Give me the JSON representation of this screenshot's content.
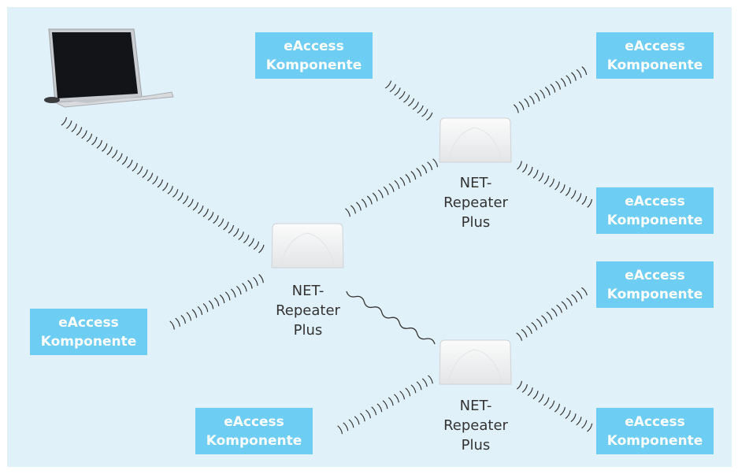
{
  "components": [
    {
      "id": "top-center",
      "line1": "eAccess",
      "line2": "Komponente"
    },
    {
      "id": "top-right",
      "line1": "eAccess",
      "line2": "Komponente"
    },
    {
      "id": "mid-right",
      "line1": "eAccess",
      "line2": "Komponente"
    },
    {
      "id": "lower-right",
      "line1": "eAccess",
      "line2": "Komponente"
    },
    {
      "id": "left",
      "line1": "eAccess",
      "line2": "Komponente"
    },
    {
      "id": "bottom-left",
      "line1": "eAccess",
      "line2": "Komponente"
    },
    {
      "id": "bottom-right",
      "line1": "eAccess",
      "line2": "Komponente"
    }
  ],
  "repeaters": [
    {
      "id": "top",
      "line1": "NET-",
      "line2": "Repeater",
      "line3": "Plus"
    },
    {
      "id": "center",
      "line1": "NET-",
      "line2": "Repeater",
      "line3": "Plus"
    },
    {
      "id": "bottom",
      "line1": "NET-",
      "line2": "Repeater",
      "line3": "Plus"
    }
  ],
  "colors": {
    "background": "#e1f1fa",
    "component_box": "#6dcdf2",
    "text_dark": "#333333",
    "wave": "#333333"
  },
  "icons": {
    "laptop": "laptop-icon",
    "repeater": "repeater-device-icon"
  }
}
